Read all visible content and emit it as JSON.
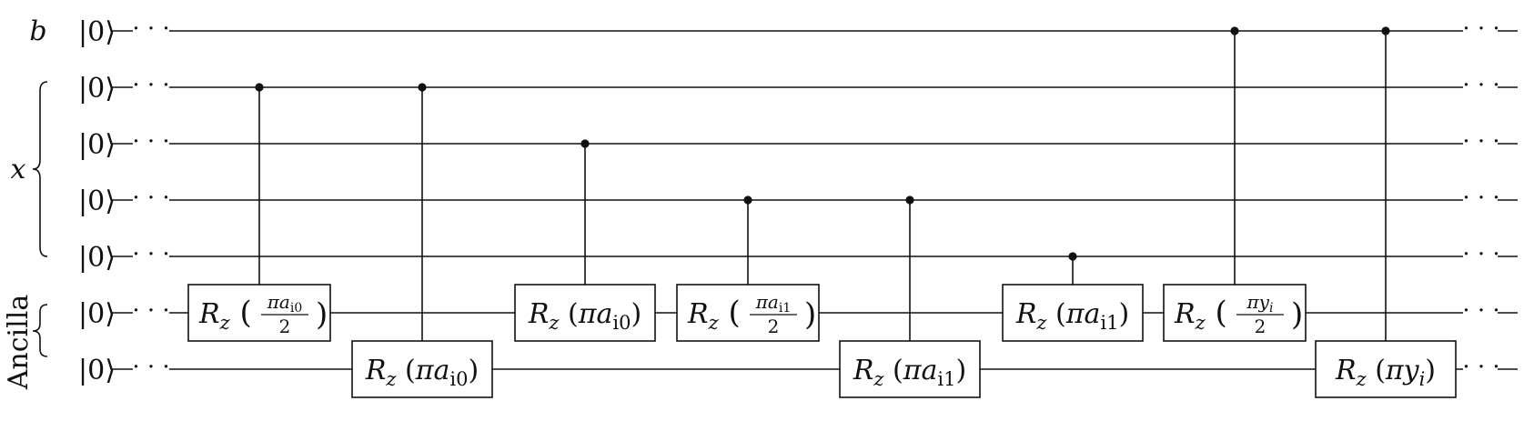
{
  "registers": {
    "b": "b",
    "x": "x",
    "ancilla": "Ancilla"
  },
  "wires": [
    {
      "id": "b",
      "ket": "|0⟩"
    },
    {
      "id": "x1",
      "ket": "|0⟩"
    },
    {
      "id": "x2",
      "ket": "|0⟩"
    },
    {
      "id": "x3",
      "ket": "|0⟩"
    },
    {
      "id": "x4",
      "ket": "|0⟩"
    },
    {
      "id": "a1",
      "ket": "|0⟩"
    },
    {
      "id": "a2",
      "ket": "|0⟩"
    }
  ],
  "ellipsis": "· · ·",
  "gates": [
    {
      "target": "a1",
      "control": "x1",
      "rot": "R",
      "sub": "z",
      "arg": {
        "kind": "frac",
        "num_pre": "π",
        "num_var": "a",
        "num_sub": "i0",
        "den": "2"
      }
    },
    {
      "target": "a2",
      "control": "x1",
      "rot": "R",
      "sub": "z",
      "arg": {
        "kind": "plain",
        "pre": "π",
        "var": "a",
        "sub": "i0"
      }
    },
    {
      "target": "a1",
      "control": "x2",
      "rot": "R",
      "sub": "z",
      "arg": {
        "kind": "plain",
        "pre": "π",
        "var": "a",
        "sub": "i0"
      }
    },
    {
      "target": "a1",
      "control": "x3",
      "rot": "R",
      "sub": "z",
      "arg": {
        "kind": "frac",
        "num_pre": "π",
        "num_var": "a",
        "num_sub": "i1",
        "den": "2"
      }
    },
    {
      "target": "a2",
      "control": "x3",
      "rot": "R",
      "sub": "z",
      "arg": {
        "kind": "plain",
        "pre": "π",
        "var": "a",
        "sub": "i1"
      }
    },
    {
      "target": "a1",
      "control": "x4",
      "rot": "R",
      "sub": "z",
      "arg": {
        "kind": "plain",
        "pre": "π",
        "var": "a",
        "sub": "i1"
      }
    },
    {
      "target": "a1",
      "control": "b",
      "rot": "R",
      "sub": "z",
      "arg": {
        "kind": "frac",
        "num_pre": "π",
        "num_var": "y",
        "num_sub": "i",
        "den": "2"
      }
    },
    {
      "target": "a2",
      "control": "b",
      "rot": "R",
      "sub": "z",
      "arg": {
        "kind": "plain",
        "pre": "π",
        "var": "y",
        "sub": "i"
      }
    }
  ]
}
